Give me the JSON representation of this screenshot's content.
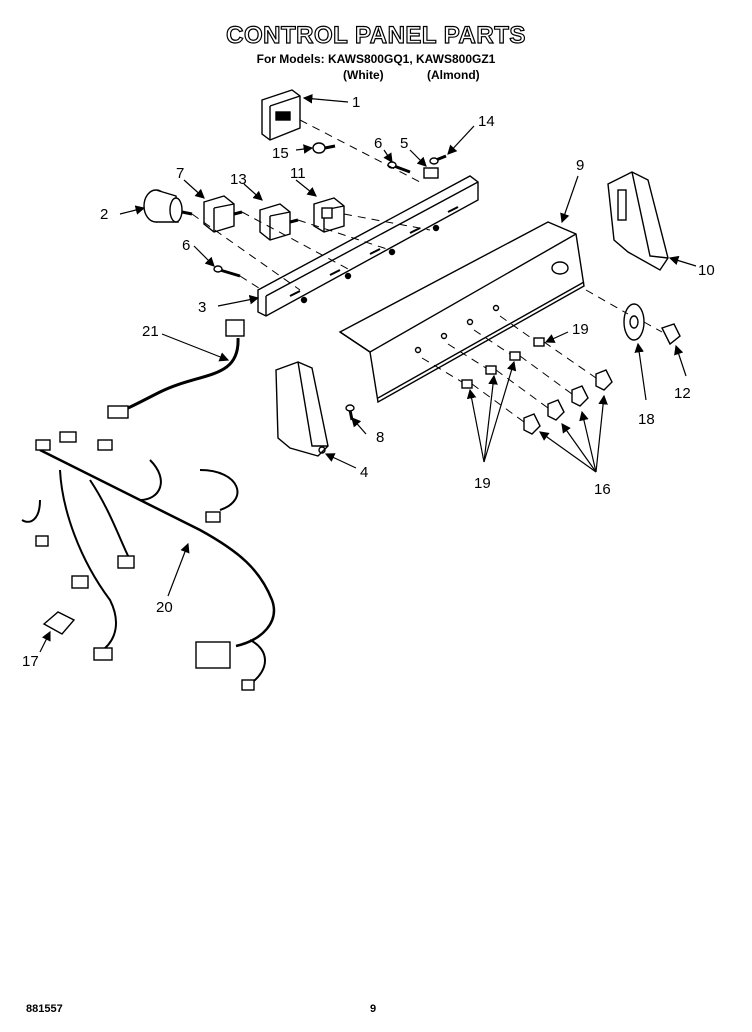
{
  "header": {
    "title": "CONTROL PANEL PARTS",
    "models_line": "For Models: KAWS800GQ1, KAWS800GZ1",
    "variant_white": "(White)",
    "variant_almond": "(Almond)"
  },
  "callouts": {
    "c1": "1",
    "c2": "2",
    "c3": "3",
    "c4": "4",
    "c5": "5",
    "c6a": "6",
    "c6b": "6",
    "c7": "7",
    "c8": "8",
    "c9": "9",
    "c10": "10",
    "c11": "11",
    "c12": "12",
    "c13": "13",
    "c14": "14",
    "c15": "15",
    "c16": "16",
    "c17": "17",
    "c18": "18",
    "c19a": "19",
    "c19b": "19",
    "c20": "20",
    "c21": "21"
  },
  "footer": {
    "code": "881557",
    "page": "9"
  }
}
